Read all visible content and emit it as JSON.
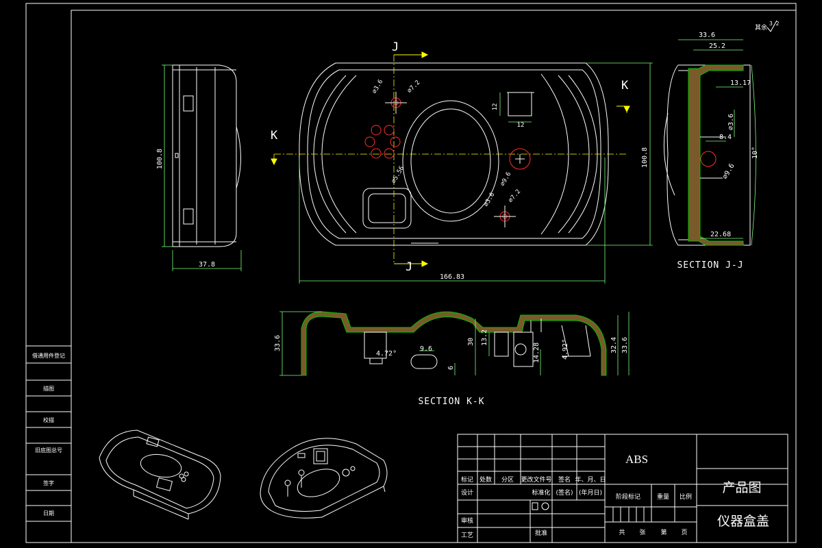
{
  "colors": {
    "background": "#000000",
    "outline": "#ffffff",
    "dimension": "#7cff7c",
    "centerline": "#ffff00",
    "hole": "#ff3030",
    "hatch": "#00c000",
    "section_fill": "#7a5a2a"
  },
  "corner_mark": "其余",
  "corner_roughness": "3.2",
  "side_view": {
    "width": "37.8",
    "height": "100.8"
  },
  "front_view": {
    "width": "166.83",
    "height": "100.8",
    "hole_labels": [
      "∅3.6",
      "∅7.2",
      "∅5.56",
      "∅9.6",
      "∅3.6",
      "∅7.2"
    ],
    "square_dims": [
      "12",
      "12"
    ],
    "cut_labels": {
      "j_top": "J",
      "j_bottom": "J",
      "k_left": "K",
      "k_right": "K"
    }
  },
  "section_jj": {
    "title": "SECTION J-J",
    "dims": [
      "33.6",
      "25.2",
      "13.17",
      "∅3.6",
      "8.4",
      "∅9.6",
      "10°",
      "22.68"
    ]
  },
  "section_kk": {
    "title": "SECTION K-K",
    "dims": [
      "33.6",
      "4.72°",
      "9.6",
      "6",
      "30",
      "13.2",
      "14.28",
      "4.92°",
      "32.4",
      "33.6"
    ]
  },
  "left_strip": [
    "借通用件登记",
    "描图",
    "校描",
    "旧底图总号",
    "签字",
    "日期"
  ],
  "title_block": {
    "material": "ABS",
    "drawing_type": "产品图",
    "part_name": "仪器盒盖",
    "header_row": [
      "标记",
      "处数",
      "分区",
      "更改文件号",
      "签名",
      "年、月、日"
    ],
    "row_design": [
      "设计",
      "",
      "标准化",
      "(签名)",
      "(年月日)"
    ],
    "stage_row": [
      "阶段标记",
      "重量",
      "比例"
    ],
    "row_review": "审核",
    "row_process": "工艺",
    "row_approve": "批准",
    "sheet_row": [
      "共",
      "张",
      "第",
      "页"
    ]
  }
}
